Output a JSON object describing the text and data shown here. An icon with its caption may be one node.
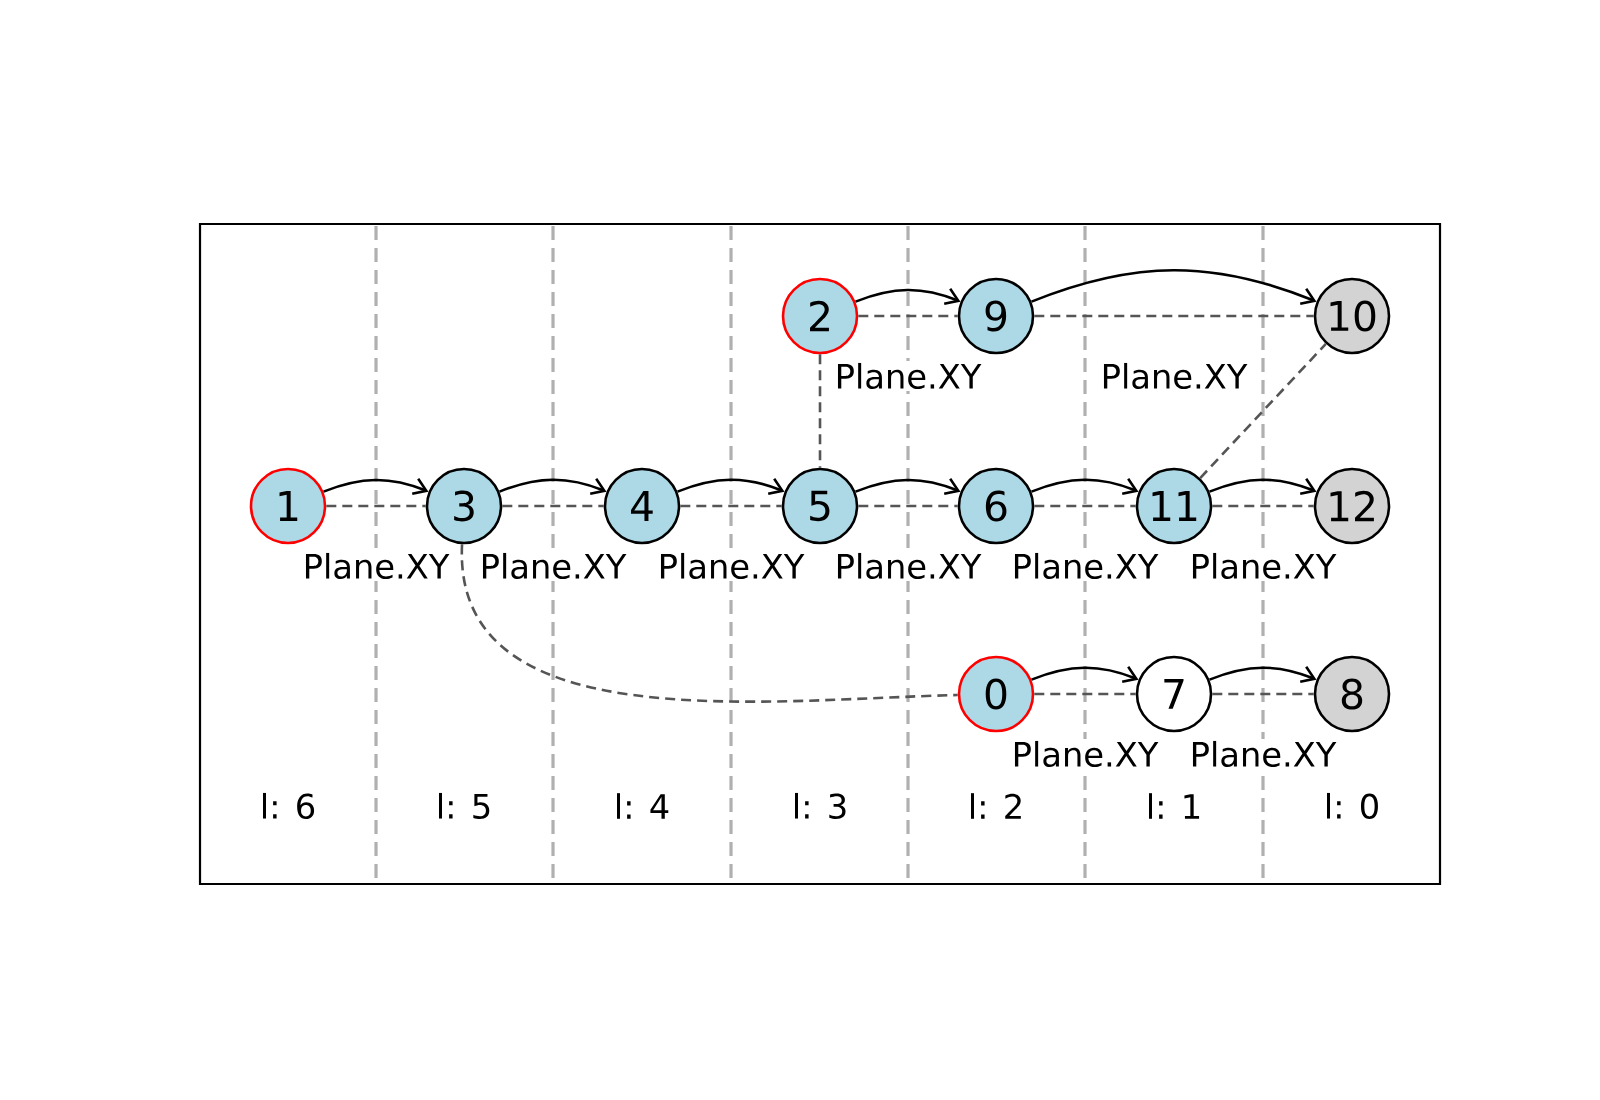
{
  "diagram": {
    "nodes": [
      {
        "text": [
          "2"
        ]
      },
      {
        "text": [
          "9"
        ]
      },
      {
        "text": [
          "10"
        ]
      },
      {
        "text": [
          "1"
        ]
      },
      {
        "text": [
          "3"
        ]
      },
      {
        "text": [
          "4"
        ]
      },
      {
        "text": [
          "5"
        ]
      },
      {
        "text": [
          "6"
        ]
      },
      {
        "text": [
          "11"
        ]
      },
      {
        "text": [
          "12"
        ]
      },
      {
        "text": [
          "0"
        ]
      },
      {
        "text": [
          "7"
        ]
      },
      {
        "text": [
          "8"
        ]
      }
    ],
    "edges": [
      {
        "from": 0,
        "to": 1,
        "arrow": "to"
      },
      {
        "from": 1,
        "to": 2,
        "arrow": "to"
      },
      {
        "from": 3,
        "to": 4,
        "arrow": "to"
      },
      {
        "from": 4,
        "to": 5,
        "arrow": "to"
      },
      {
        "from": 5,
        "to": 6,
        "arrow": "to"
      },
      {
        "from": 6,
        "to": 7,
        "arrow": "to"
      },
      {
        "from": 7,
        "to": 8,
        "arrow": "to"
      },
      {
        "from": 8,
        "to": 9,
        "arrow": "to"
      },
      {
        "from": 10,
        "to": 11,
        "arrow": "to"
      },
      {
        "from": 11,
        "to": 12,
        "arrow": "to"
      },
      {
        "from": 0,
        "to": 1,
        "arrow": "none",
        "style": "dashed",
        "color": "#555555",
        "label": "Plane.XY"
      },
      {
        "from": 1,
        "to": 2,
        "arrow": "none",
        "style": "dashed",
        "color": "#555555",
        "label": "Plane.XY"
      },
      {
        "from": 3,
        "to": 4,
        "arrow": "none",
        "style": "dashed",
        "color": "#555555",
        "label": "Plane.XY"
      },
      {
        "from": 4,
        "to": 5,
        "arrow": "none",
        "style": "dashed",
        "color": "#555555",
        "label": "Plane.XY"
      },
      {
        "from": 5,
        "to": 6,
        "arrow": "none",
        "style": "dashed",
        "color": "#555555",
        "label": "Plane.XY"
      },
      {
        "from": 6,
        "to": 7,
        "arrow": "none",
        "style": "dashed",
        "color": "#555555",
        "label": "Plane.XY"
      },
      {
        "from": 7,
        "to": 8,
        "arrow": "none",
        "style": "dashed",
        "color": "#555555",
        "label": "Plane.XY"
      },
      {
        "from": 8,
        "to": 9,
        "arrow": "none",
        "style": "dashed",
        "color": "#555555",
        "label": "Plane.XY"
      },
      {
        "from": 10,
        "to": 11,
        "arrow": "none",
        "style": "dashed",
        "color": "#555555",
        "label": "Plane.XY"
      },
      {
        "from": 11,
        "to": 12,
        "arrow": "none",
        "style": "dashed",
        "color": "#555555",
        "label": "Plane.XY"
      },
      {
        "from": 0,
        "to": 6,
        "arrow": "none",
        "style": "dashed",
        "color": "#555555"
      },
      {
        "from": 4,
        "to": 10,
        "arrow": "none",
        "style": "dashed",
        "color": "#555555"
      },
      {
        "from": 8,
        "to": 2,
        "arrow": "none",
        "style": "dashed",
        "color": "#555555"
      }
    ],
    "labels": [
      "l: 6",
      "l: 5",
      "l: 4",
      "l: 3",
      "l: 2",
      "l: 1",
      "l: 0"
    ]
  }
}
